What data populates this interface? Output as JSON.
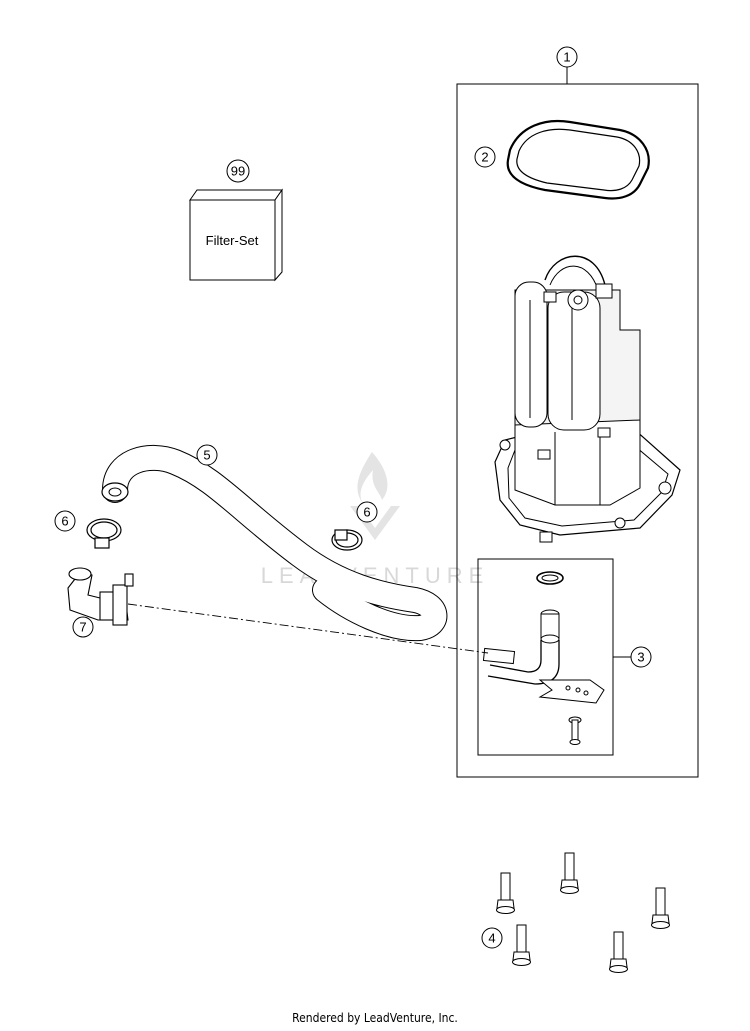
{
  "callouts": {
    "c1": "1",
    "c2": "2",
    "c3": "3",
    "c4": "4",
    "c5": "5",
    "c6a": "6",
    "c6b": "6",
    "c7": "7",
    "c99": "99"
  },
  "filter_set_label": "Filter-Set",
  "watermark": "LEADVENTURE",
  "footer": "Rendered by LeadVenture, Inc."
}
